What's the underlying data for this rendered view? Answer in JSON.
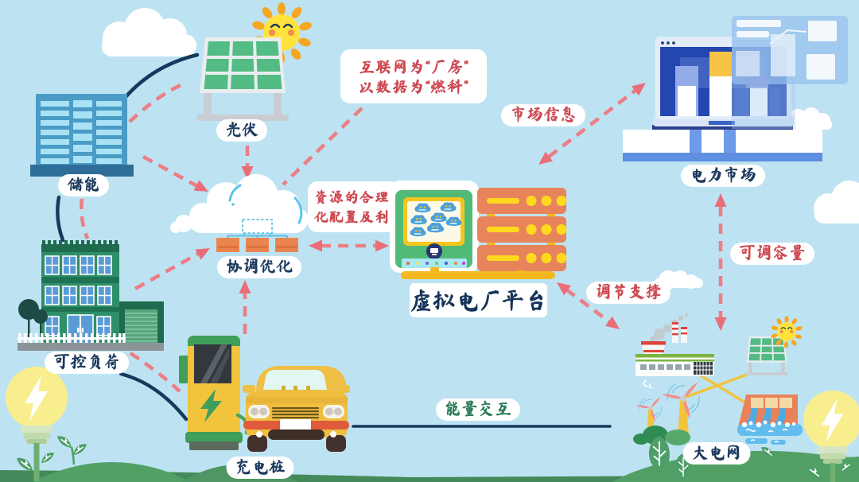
{
  "nodes": {
    "pv": {
      "label": "光伏"
    },
    "storage": {
      "label": "储能"
    },
    "controllable_load": {
      "label": "可控负荷"
    },
    "coordination": {
      "label": "协调优化"
    },
    "vpp_platform": {
      "label": "虚拟电厂平台"
    },
    "power_market": {
      "label": "电力市场"
    },
    "charging_pile": {
      "label": "充电桩"
    },
    "main_grid": {
      "label": "大电网"
    }
  },
  "annotations": {
    "internet_quote": {
      "line1": "互联网为“厂房”",
      "line2": "以数据为“燃料”"
    },
    "resource_allocation": {
      "line1": "资源的合理",
      "line2": "化配置及利"
    },
    "market_info": "市场信息",
    "adjustable_capacity": "可调容量",
    "regulation_support": "调节支撑",
    "energy_interaction": "能量交互"
  },
  "colors": {
    "sky": "#BDE3F2",
    "arrow_pink": "#EC7E86",
    "text_navy": "#1C3A5E",
    "text_red": "#CD4A52",
    "text_green": "#2D7D5B",
    "line_navy": "#16395E",
    "accent_yellow": "#F5C030",
    "server_orange": "#E8845C",
    "monitor_green": "#52BA77",
    "storage_blue": "#4A9CC6",
    "load_green": "#2F8F68",
    "market_blue": "#2446B0",
    "grass_green": "#52A066"
  }
}
